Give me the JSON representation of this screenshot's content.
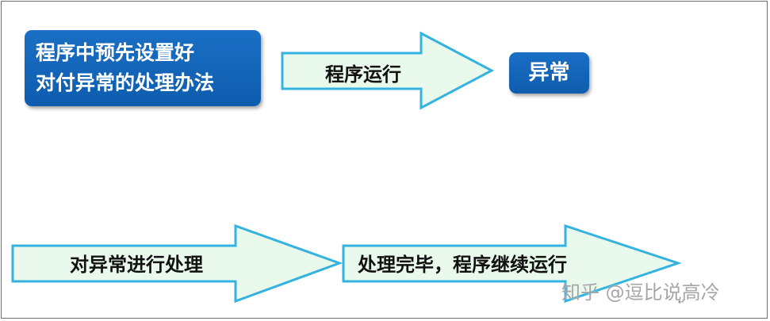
{
  "boxes": {
    "strategy_line1": "程序中预先设置好",
    "strategy_line2": "对付异常的处理办法",
    "exception": "异常"
  },
  "arrows": {
    "run": "程序运行",
    "handle": "对异常进行处理",
    "continue": "处理完毕，程序继续运行"
  },
  "colors": {
    "box_fill": "#1565c0",
    "arrow_fill": "#e9f9ec",
    "arrow_stroke": "#35b3e0"
  },
  "watermark": "知乎 @逗比说高冷",
  "return_mark": "↵"
}
